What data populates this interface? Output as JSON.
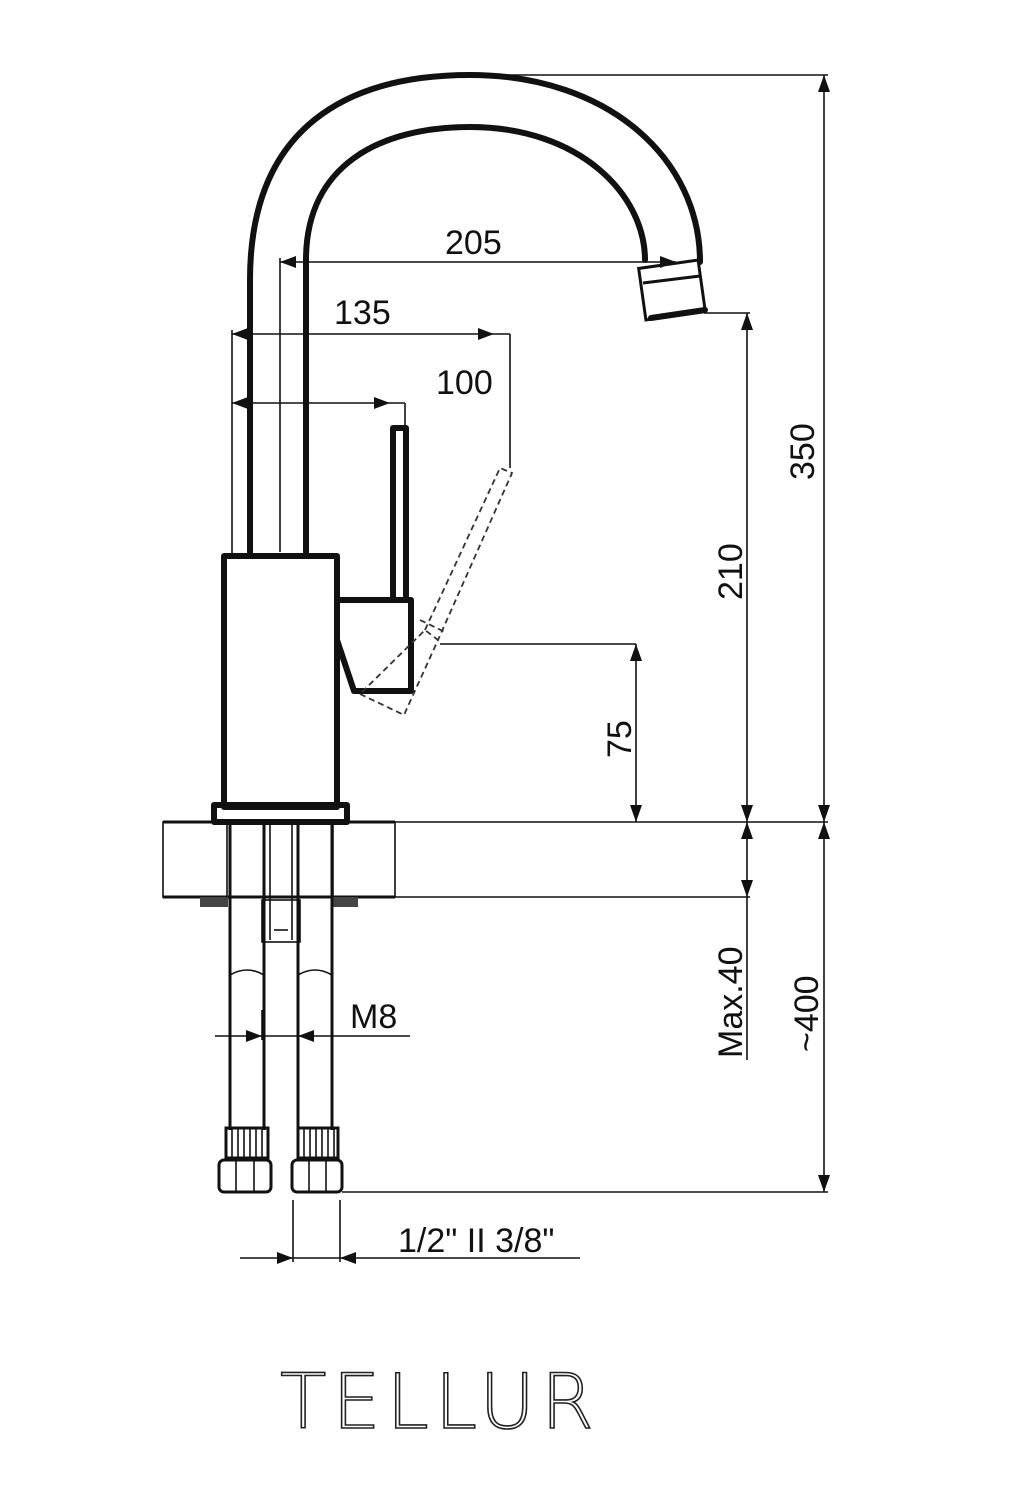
{
  "drawing": {
    "title": "TELLUR",
    "dimensions": {
      "spout_reach": "205",
      "handle_reach_open": "135",
      "handle_reach_closed": "100",
      "total_height": "350",
      "spout_outlet_height": "210",
      "handle_axis_height": "75",
      "max_deck_thickness": "Max.40",
      "hose_length": "~400",
      "stud_thread": "M8",
      "hose_connection": "1/2\" II 3/8\""
    }
  }
}
